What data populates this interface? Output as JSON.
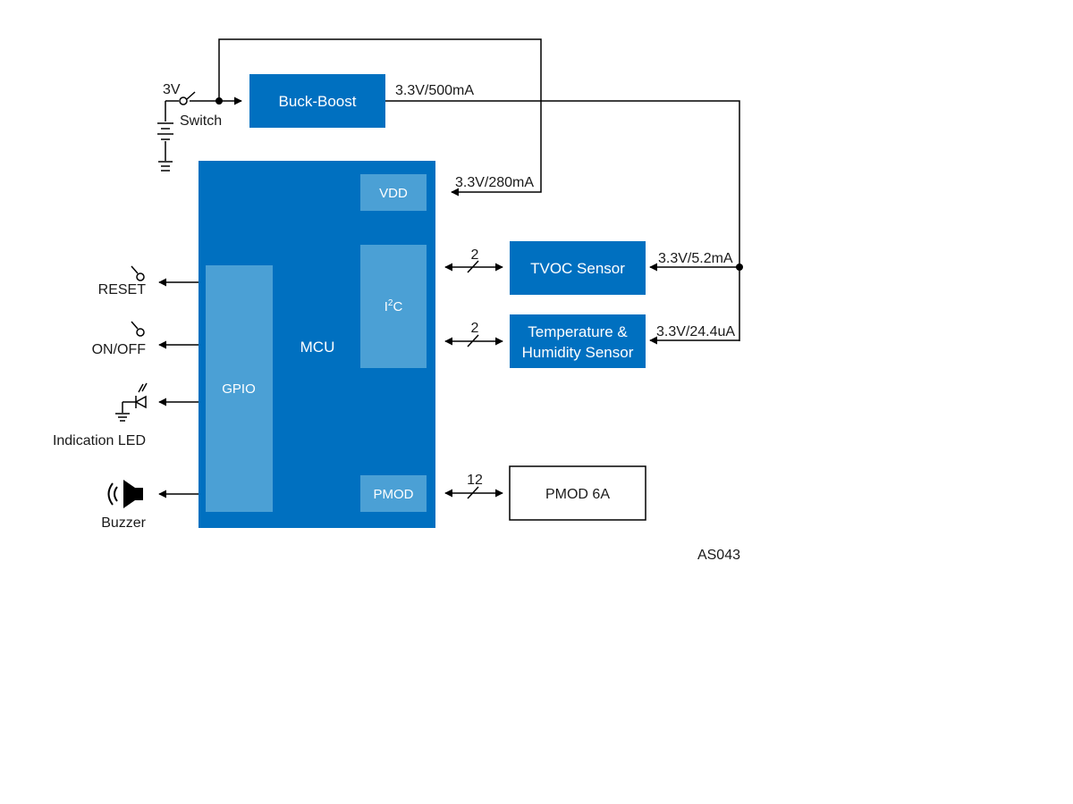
{
  "colors": {
    "block_dark": "#0070c0",
    "block_light": "#4ba0d5",
    "wire": "#000000",
    "text": "#1a1a1a",
    "text_on_block": "#ffffff",
    "background": "#ffffff"
  },
  "power": {
    "supply_label": "3V",
    "switch_label": "Switch",
    "buck_boost_label": "Buck-Boost",
    "buck_out_label": "3.3V/500mA",
    "vdd_supply_label": "3.3V/280mA"
  },
  "mcu": {
    "label": "MCU",
    "vdd_label": "VDD",
    "i2c_label": "I",
    "i2c_sup": "2",
    "i2c_suffix": "C",
    "gpio_label": "GPIO",
    "pmod_label": "PMOD"
  },
  "peripherals": {
    "tvoc_label": "TVOC Sensor",
    "tvoc_bus_width": "2",
    "tvoc_supply": "3.3V/5.2mA",
    "th_label_line1": "Temperature &",
    "th_label_line2": "Humidity Sensor",
    "th_bus_width": "2",
    "th_supply": "3.3V/24.4uA",
    "pmod6a_label": "PMOD 6A",
    "pmod_bus_width": "12"
  },
  "gpio_devices": {
    "reset_label": "RESET",
    "onoff_label": "ON/OFF",
    "led_label": "Indication LED",
    "buzzer_label": "Buzzer"
  },
  "figure_id": "AS043",
  "icons": [
    "switch-icon",
    "battery-icon",
    "ground-icon",
    "led-icon",
    "speaker-icon",
    "pushbutton-icon"
  ]
}
